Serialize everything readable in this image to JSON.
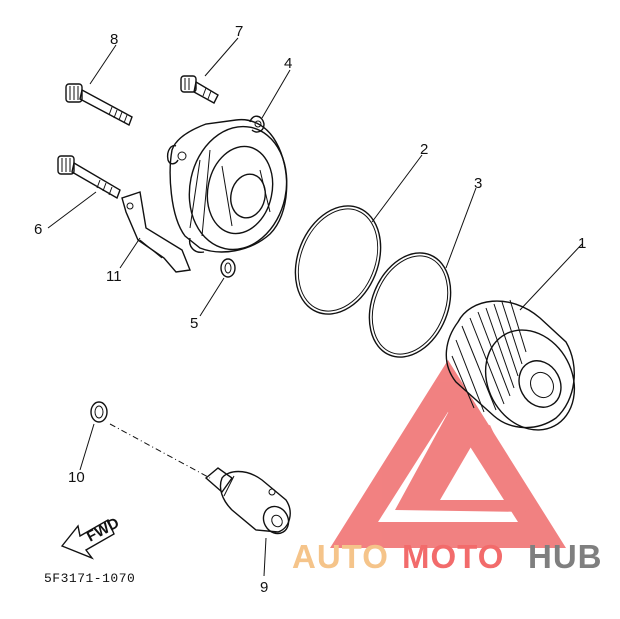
{
  "diagram": {
    "callouts": [
      "1",
      "2",
      "3",
      "4",
      "5",
      "6",
      "7",
      "8",
      "9",
      "10",
      "11"
    ],
    "part_number": "5F3171-1070",
    "fwd_label": "FWD"
  },
  "watermark": {
    "part1": "AUTO",
    "part2": "MOTO",
    "part3": "HUB",
    "colors": {
      "auto": "#F5C48A",
      "moto": "#F26B6B",
      "hub": "#7F7F7F",
      "logo": "#F07070"
    }
  }
}
